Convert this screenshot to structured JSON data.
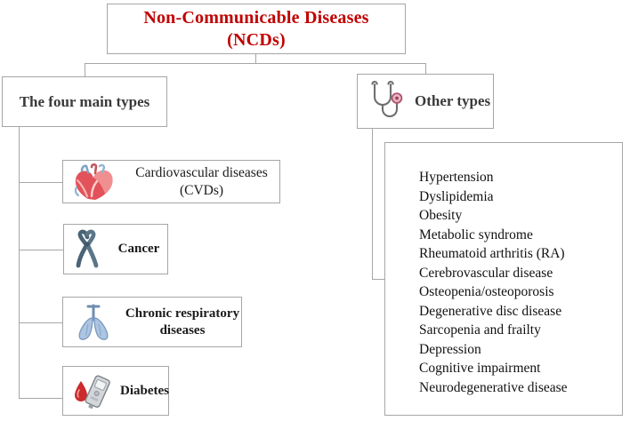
{
  "diagram": {
    "type": "hierarchy-tree",
    "root": {
      "label": "Non-Communicable Diseases\n(NCDs)",
      "line1": "Non-Communicable Diseases",
      "line2": "(NCDs)",
      "color": "#c00000"
    },
    "branches": [
      {
        "id": "four-main-types",
        "label": "The four main types",
        "color": "#3a3a3a",
        "children": [
          {
            "id": "cvd",
            "label": "Cardiovascular diseases\n(CVDs)",
            "line1": "Cardiovascular diseases",
            "line2": "(CVDs)",
            "icon": "heart-icon",
            "bold": false
          },
          {
            "id": "cancer",
            "label": "Cancer",
            "icon": "ribbon-icon",
            "bold": true
          },
          {
            "id": "chronic-respiratory",
            "label": "Chronic respiratory\ndiseases",
            "line1": "Chronic respiratory",
            "line2": "diseases",
            "icon": "lungs-icon",
            "bold": true
          },
          {
            "id": "diabetes",
            "label": "Diabetes",
            "icon": "glucometer-icon",
            "bold": true
          }
        ]
      },
      {
        "id": "other-types",
        "label": "Other types",
        "color": "#3a3a3a",
        "icon": "stethoscope-icon",
        "items": [
          "Hypertension",
          "Dyslipidemia",
          "Obesity",
          "Metabolic syndrome",
          "Rheumatoid arthritis (RA)",
          "Cerebrovascular disease",
          "Osteopenia/osteoporosis",
          "Degenerative disc disease",
          "Sarcopenia and frailty",
          "Depression",
          "Cognitive impairment",
          "Neurodegenerative disease"
        ]
      }
    ],
    "palette": {
      "border": "#a6a6a6",
      "connector": "#a6a6a6",
      "title_text": "#c00000",
      "branch_text": "#3a3a3a",
      "leaf_text": "#1a1a1a",
      "background": "#ffffff"
    }
  }
}
